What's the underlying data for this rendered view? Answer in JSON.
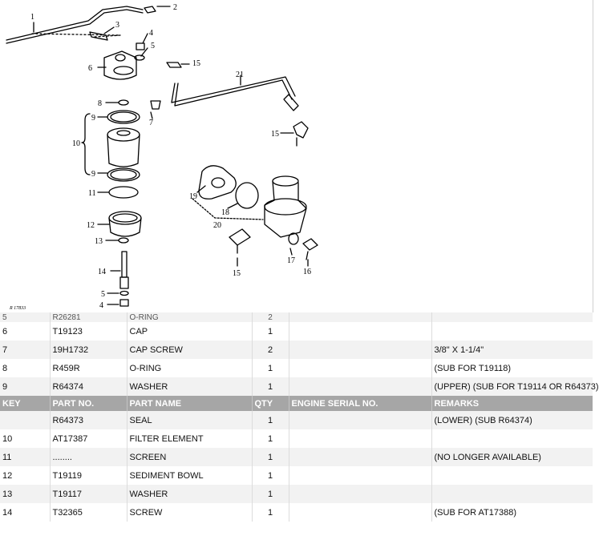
{
  "diagram": {
    "figure_id": "R 17833",
    "callouts": [
      "1",
      "2",
      "3",
      "4",
      "5",
      "6",
      "15",
      "21",
      "8",
      "7",
      "9",
      "10",
      "9",
      "11",
      "15",
      "19",
      "18",
      "20",
      "12",
      "13",
      "17",
      "15",
      "16",
      "14",
      "5",
      "4"
    ]
  },
  "parts_table": {
    "header": {
      "key": "KEY",
      "part_no": "PART NO.",
      "part_name": "PART NAME",
      "qty": "QTY",
      "engine_serial": "ENGINE SERIAL NO.",
      "remarks": "REMARKS"
    },
    "rows_before_header": [
      {
        "key": "5",
        "part_no": "R26281",
        "part_name": "O-RING",
        "qty": "2",
        "engine_serial": "",
        "remarks": ""
      },
      {
        "key": "6",
        "part_no": "T19123",
        "part_name": "CAP",
        "qty": "1",
        "engine_serial": "",
        "remarks": ""
      },
      {
        "key": "7",
        "part_no": "19H1732",
        "part_name": "CAP SCREW",
        "qty": "2",
        "engine_serial": "",
        "remarks": "3/8\" X 1-1/4\""
      },
      {
        "key": "8",
        "part_no": "R459R",
        "part_name": "O-RING",
        "qty": "1",
        "engine_serial": "",
        "remarks": "(SUB FOR T19118)"
      },
      {
        "key": "9",
        "part_no": "R64374",
        "part_name": "WASHER",
        "qty": "1",
        "engine_serial": "",
        "remarks": "(UPPER) (SUB FOR T19114 OR R64373)"
      }
    ],
    "rows_after_header": [
      {
        "key": "",
        "part_no": "R64373",
        "part_name": "SEAL",
        "qty": "1",
        "engine_serial": "",
        "remarks": "(LOWER) (SUB R64374)"
      },
      {
        "key": "10",
        "part_no": "AT17387",
        "part_name": "FILTER ELEMENT",
        "qty": "1",
        "engine_serial": "",
        "remarks": ""
      },
      {
        "key": "11",
        "part_no": "........",
        "part_name": "SCREEN",
        "qty": "1",
        "engine_serial": "",
        "remarks": "(NO LONGER AVAILABLE)"
      },
      {
        "key": "12",
        "part_no": "T19119",
        "part_name": "SEDIMENT BOWL",
        "qty": "1",
        "engine_serial": "",
        "remarks": ""
      },
      {
        "key": "13",
        "part_no": "T19117",
        "part_name": "WASHER",
        "qty": "1",
        "engine_serial": "",
        "remarks": ""
      },
      {
        "key": "14",
        "part_no": "T32365",
        "part_name": "SCREW",
        "qty": "1",
        "engine_serial": "",
        "remarks": "(SUB FOR AT17388)"
      }
    ]
  }
}
